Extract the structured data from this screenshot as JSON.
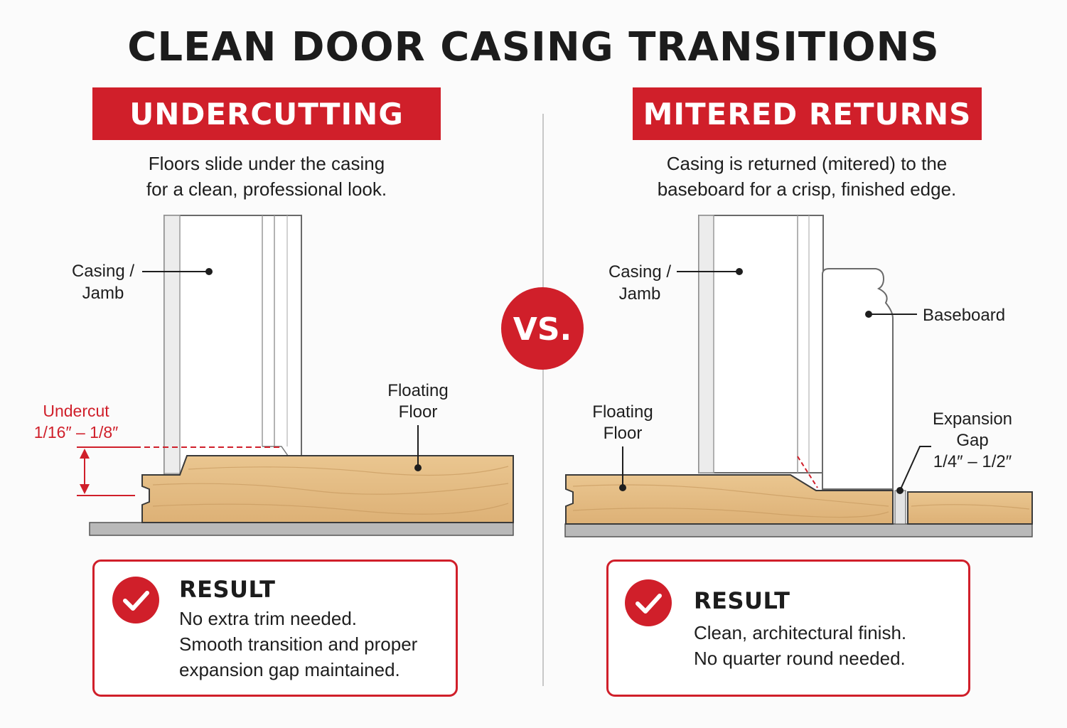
{
  "title": "CLEAN DOOR CASING TRANSITIONS",
  "left": {
    "heading": "UNDERCUTTING",
    "description": [
      "Floors slide under the casing",
      "for a clean, professional look."
    ],
    "labels": {
      "casing_line1": "Casing /",
      "casing_line2": "Jamb",
      "floor_line1": "Floating",
      "floor_line2": "Floor",
      "undercut_line1": "Undercut",
      "undercut_line2": "1/16″ – 1/8″"
    },
    "result": {
      "title": "RESULT",
      "lines": [
        "No extra trim needed.",
        "Smooth transition and proper",
        "expansion gap maintained."
      ]
    }
  },
  "vs": "VS.",
  "right": {
    "heading": "MITERED RETURNS",
    "description": [
      "Casing is returned (mitered) to the",
      "baseboard for a crisp, finished edge."
    ],
    "labels": {
      "casing_line1": "Casing /",
      "casing_line2": "Jamb",
      "baseboard": "Baseboard",
      "floor_line1": "Floating",
      "floor_line2": "Floor",
      "gap_line1": "Expansion",
      "gap_line2": "Gap",
      "gap_line3": "1/4″ – 1/2″"
    },
    "result": {
      "title": "RESULT",
      "lines": [
        "Clean, architectural finish.",
        "No quarter round needed."
      ]
    }
  },
  "colors": {
    "accent": "#d01f2a",
    "wood": "#e6bd82",
    "wood_dark": "#c99a5e",
    "trim": "#ffffff",
    "subfloor": "#b9b9b9"
  },
  "icons": [
    "check-circle-icon"
  ]
}
